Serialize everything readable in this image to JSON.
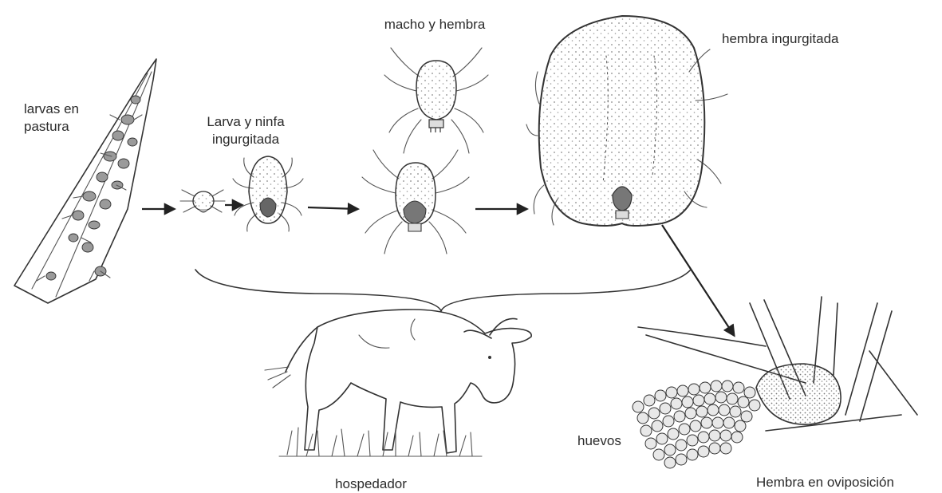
{
  "labels": {
    "larvae_pasture": "larvas en\npastura",
    "larva_nymph": "Larva y ninfa\ningurgitada",
    "male_female": "macho y hembra",
    "engorged_female": "hembra ingurgitada",
    "host": "hospedador",
    "eggs": "huevos",
    "ovipositing_female": "Hembra en oviposición"
  },
  "colors": {
    "ink": "#333333",
    "background": "#ffffff",
    "stipple": "#777777"
  }
}
